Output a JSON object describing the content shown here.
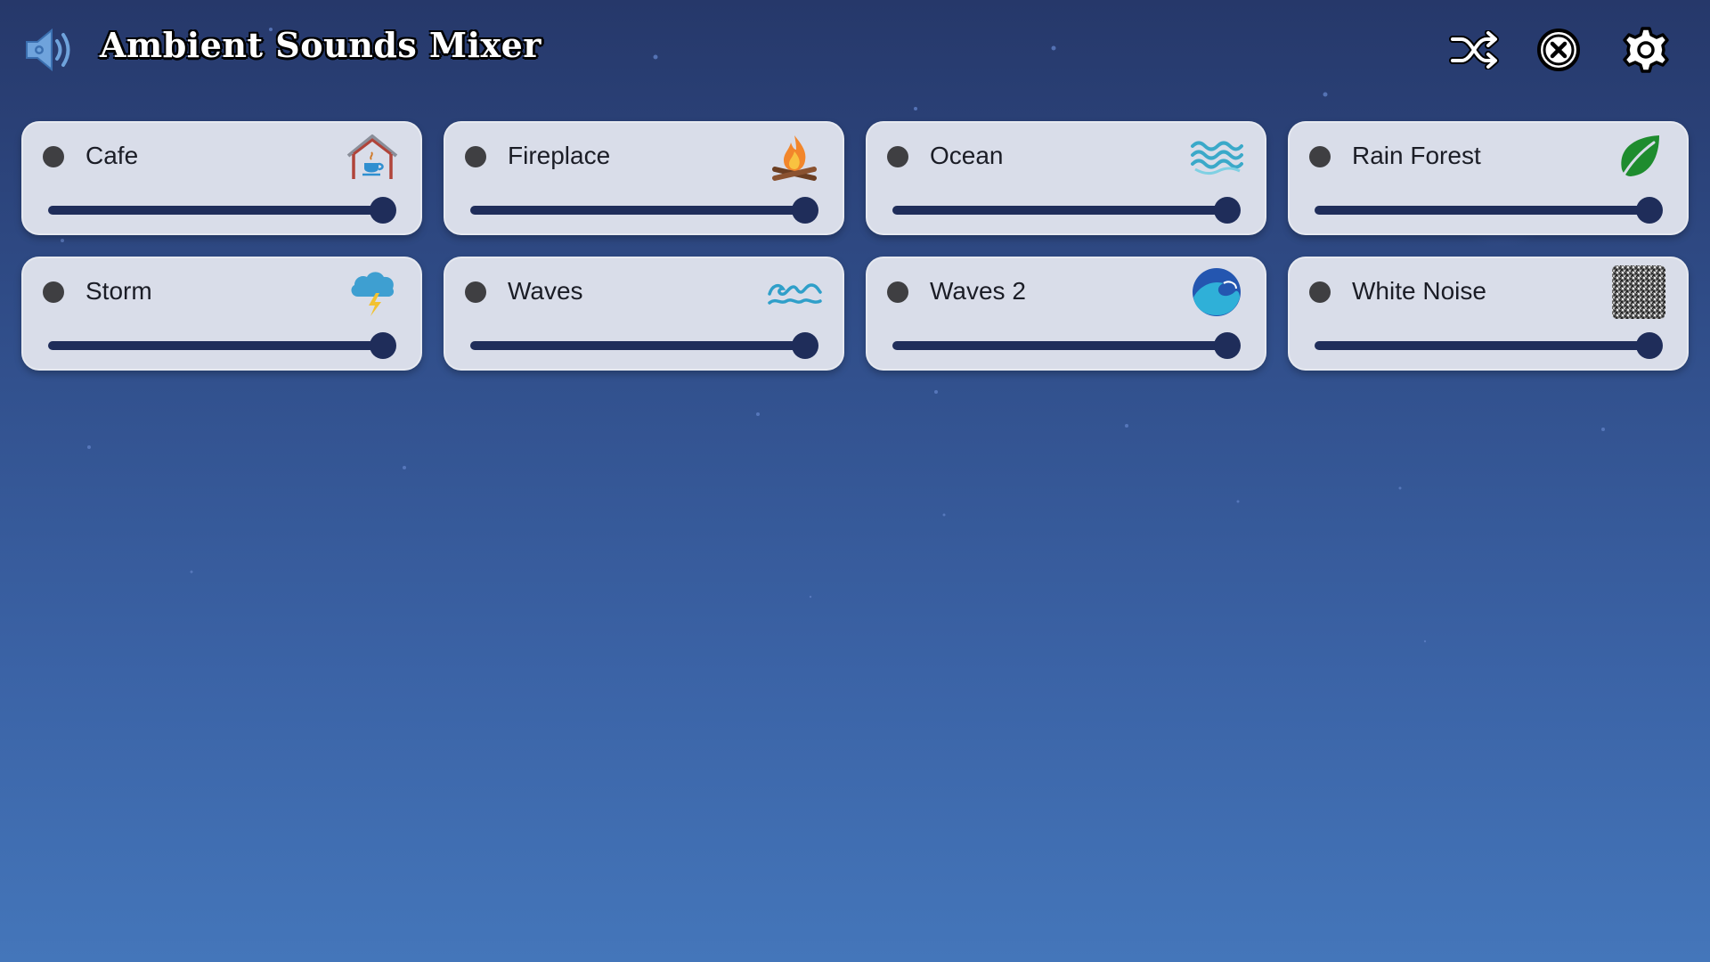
{
  "header": {
    "title": "Ambient Sounds Mixer",
    "app_icon": "speaker-icon",
    "buttons": [
      {
        "name": "shuffle-button",
        "icon": "shuffle-icon"
      },
      {
        "name": "close-button",
        "icon": "close-circle-icon"
      },
      {
        "name": "settings-button",
        "icon": "gear-icon"
      }
    ]
  },
  "colors": {
    "card_bg": "#d9dde9",
    "slider": "#1f2d5a",
    "indicator": "#3f3f42",
    "background_top": "#26386a",
    "background_bottom": "#4476ba"
  },
  "sounds": [
    {
      "label": "Cafe",
      "icon": "cafe-house-icon",
      "volume": 1.0,
      "active": false
    },
    {
      "label": "Fireplace",
      "icon": "campfire-icon",
      "volume": 1.0,
      "active": false
    },
    {
      "label": "Ocean",
      "icon": "ocean-waves-icon",
      "volume": 1.0,
      "active": false
    },
    {
      "label": "Rain Forest",
      "icon": "leaf-icon",
      "volume": 1.0,
      "active": false
    },
    {
      "label": "Storm",
      "icon": "storm-cloud-icon",
      "volume": 1.0,
      "active": false
    },
    {
      "label": "Waves",
      "icon": "waves-icon",
      "volume": 1.0,
      "active": false
    },
    {
      "label": "Waves 2",
      "icon": "wave-circle-icon",
      "volume": 1.0,
      "active": false
    },
    {
      "label": "White Noise",
      "icon": "white-noise-icon",
      "volume": 1.0,
      "active": false
    }
  ]
}
